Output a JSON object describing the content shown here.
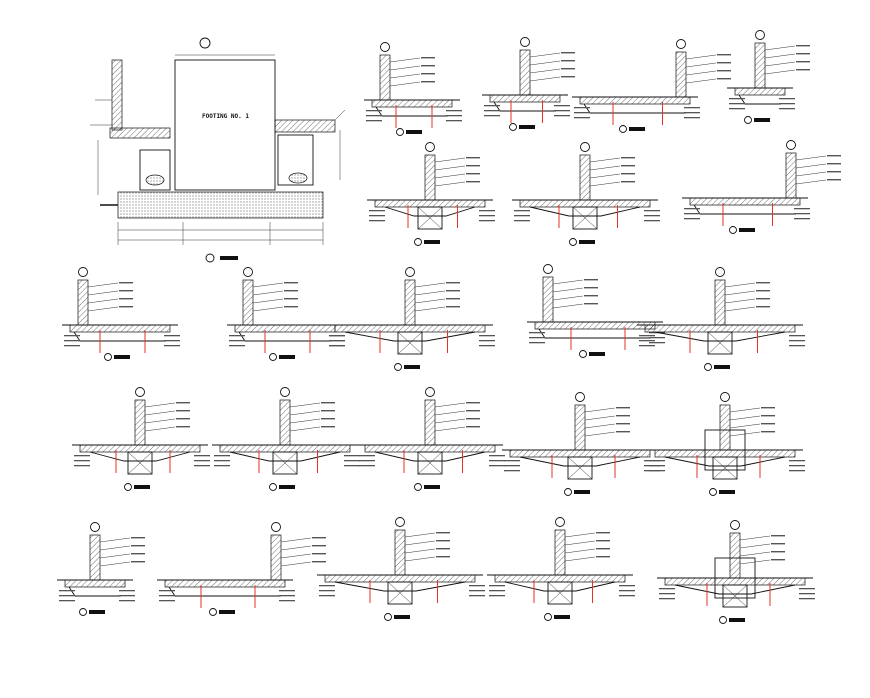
{
  "main_title": "FOOTING NO. 1",
  "colors": {
    "ink": "#111111",
    "section_line": "#e8312a",
    "paper": "#ffffff"
  },
  "details": [
    {
      "id": "d01"
    },
    {
      "id": "d02"
    },
    {
      "id": "d03"
    },
    {
      "id": "d04"
    },
    {
      "id": "d05"
    },
    {
      "id": "d06"
    },
    {
      "id": "d07"
    },
    {
      "id": "d08"
    },
    {
      "id": "d09"
    },
    {
      "id": "d10"
    },
    {
      "id": "d11"
    },
    {
      "id": "d12"
    },
    {
      "id": "d13"
    },
    {
      "id": "d14"
    },
    {
      "id": "d15"
    },
    {
      "id": "d16"
    },
    {
      "id": "d17"
    },
    {
      "id": "d18"
    },
    {
      "id": "d19"
    },
    {
      "id": "d20"
    },
    {
      "id": "d21"
    },
    {
      "id": "d22"
    },
    {
      "id": "d23"
    },
    {
      "id": "d24"
    }
  ]
}
